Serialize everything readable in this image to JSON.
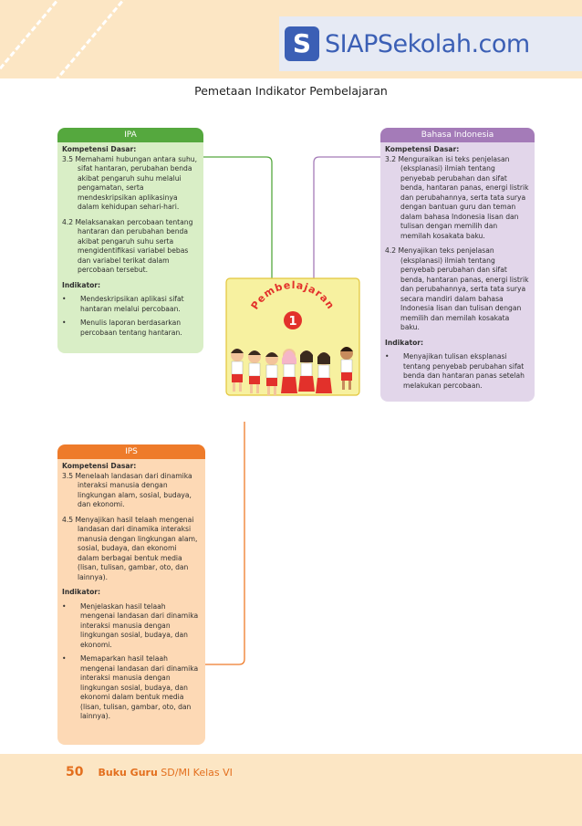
{
  "brand": {
    "letter": "S",
    "name": "SIAPSekolah.com"
  },
  "page_title": "Pemetaan Indikator Pembelajaran",
  "center": {
    "word": "Pembelajaran",
    "number": "1"
  },
  "ipa": {
    "title": "IPA",
    "kd_title": "Kompetensi Dasar:",
    "kd": [
      "3.5 Memahami hubungan antara suhu, sifat hantaran, perubahan benda akibat pengaruh suhu melalui pengamatan, serta mendeskripsikan aplikasinya dalam kehidupan sehari-hari.",
      "4.2 Melaksanakan percobaan tentang hantaran dan perubahan benda akibat pengaruh suhu serta mengidentifikasi variabel bebas dan variabel terikat dalam percobaan tersebut."
    ],
    "ind_title": "Indikator:",
    "indicators": [
      "Mendeskripsikan aplikasi sifat hantaran melalui percobaan.",
      "Menulis laporan berdasarkan percobaan tentang hantaran."
    ]
  },
  "bahasa": {
    "title": "Bahasa Indonesia",
    "kd_title": "Kompetensi Dasar:",
    "kd": [
      "3.2 Menguraikan isi teks penjelasan (eksplanasi) ilmiah tentang penyebab perubahan dan sifat benda, hantaran panas, energi listrik dan perubahannya, serta tata surya dengan bantuan guru dan teman dalam bahasa Indonesia lisan dan tulisan dengan memilih dan memilah kosakata baku.",
      "4.2 Menyajikan teks penjelasan (eksplanasi) ilmiah tentang penyebab perubahan dan sifat benda, hantaran panas, energi listrik dan perubahannya, serta tata surya secara mandiri dalam bahasa Indonesia lisan dan tulisan dengan memilih dan memilah kosakata baku."
    ],
    "ind_title": "Indikator:",
    "indicators": [
      "Menyajikan tulisan eksplanasi tentang penyebab perubahan sifat benda dan hantaran panas setelah melakukan percobaan."
    ]
  },
  "ips": {
    "title": "IPS",
    "kd_title": "Kompetensi Dasar:",
    "kd": [
      "3.5 Menelaah landasan dari dinamika interaksi manusia dengan lingkungan alam, sosial, budaya, dan ekonomi.",
      "4.5 Menyajikan hasil telaah mengenai landasan dari dinamika interaksi manusia dengan lingkungan alam, sosial, budaya, dan ekonomi dalam berbagai bentuk media (lisan, tulisan, gambar, oto, dan lainnya)."
    ],
    "ind_title": "Indikator:",
    "indicators": [
      "Menjelaskan hasil telaah mengenai landasan dari dinamika interaksi manusia dengan lingkungan sosial, budaya, dan ekonomi.",
      "Memaparkan hasil telaah mengenai landasan dari dinamika interaksi manusia dengan lingkungan sosial, budaya, dan ekonomi dalam bentuk media (lisan, tulisan, gambar, oto, dan lainnya)."
    ]
  },
  "footer": {
    "page_number": "50",
    "book_title_bold": "Buku Guru",
    "book_title_rest": "SD/MI Kelas VI"
  },
  "colors": {
    "ipa": "#55a83e",
    "bahasa": "#a47bb8",
    "ips": "#ee7b2a",
    "accent": "#e36f1e",
    "brand": "#3b5fb5"
  }
}
